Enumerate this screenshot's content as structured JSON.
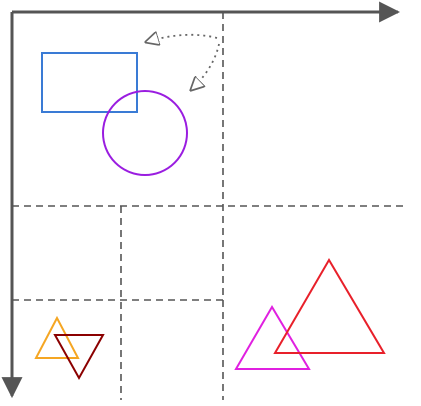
{
  "diagram": {
    "title": "",
    "colors": {
      "axis": "#555555",
      "grid": "#555555",
      "rectangle": "#3a7bd5",
      "circle": "#9a1de0",
      "triangle_orange": "#f5a623",
      "triangle_dark_red": "#8b0000",
      "triangle_magenta": "#e020e0",
      "triangle_red": "#e8202a",
      "pointer": "#666666"
    },
    "elements": {
      "axes": [
        "x-axis-arrow",
        "y-axis-arrow"
      ],
      "partition_lines": [
        "vertical-divider",
        "horizontal-divider",
        "lower-left-vertical-divider",
        "lower-left-horizontal-divider"
      ],
      "shapes": [
        "rectangle",
        "circle",
        "triangle-up-small",
        "triangle-down-small",
        "triangle-magenta",
        "triangle-red-large"
      ],
      "annotations": [
        "dotted-arrow-left",
        "dotted-arrow-down"
      ]
    },
    "labels": []
  }
}
